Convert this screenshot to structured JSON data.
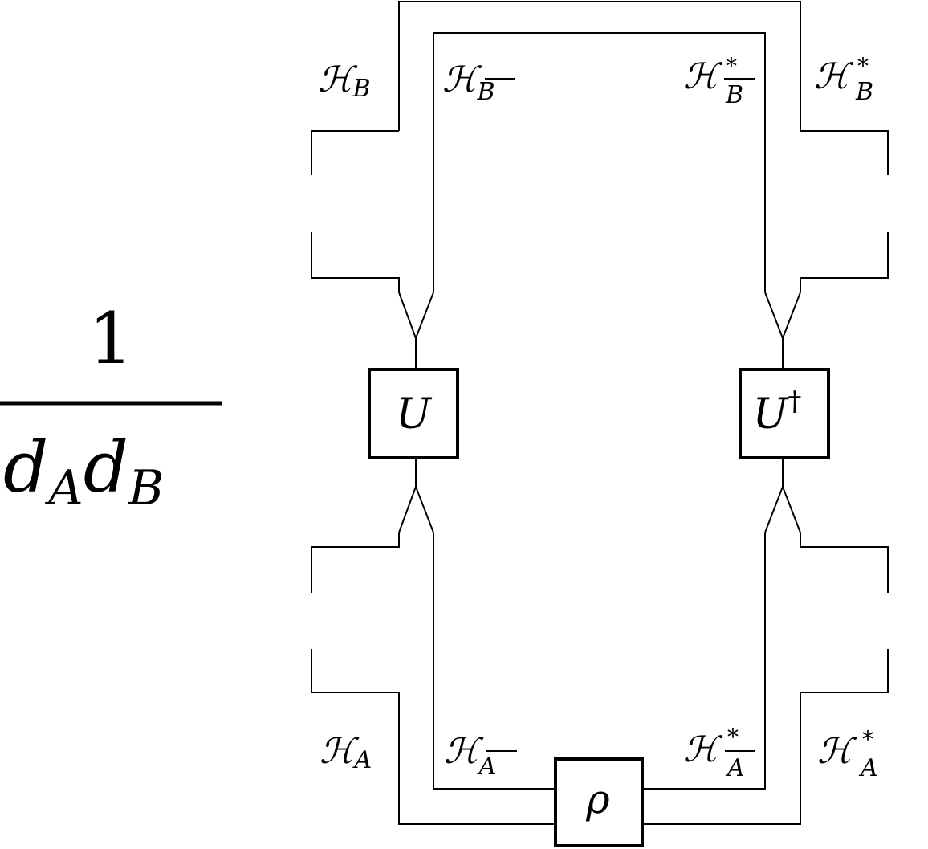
{
  "prefactor": {
    "numerator": "1",
    "denominator_d1": "d",
    "denominator_s1": "A",
    "denominator_d2": "d",
    "denominator_s2": "B"
  },
  "gates": {
    "u": "U",
    "u_dagger_base": "U",
    "u_dagger_sup": "†",
    "rho": "ρ"
  },
  "labels": {
    "hb": {
      "main": "ℋ",
      "sub": "B",
      "sup": ""
    },
    "hb_bar": {
      "main": "ℋ",
      "sub": "B",
      "sup": ""
    },
    "hb_bar_star": {
      "main": "ℋ",
      "sub": "B",
      "sup": "*"
    },
    "hb_star": {
      "main": "ℋ",
      "sub": "B",
      "sup": "*"
    },
    "ha": {
      "main": "ℋ",
      "sub": "A",
      "sup": ""
    },
    "ha_bar": {
      "main": "ℋ",
      "sub": "A",
      "sup": ""
    },
    "ha_bar_star": {
      "main": "ℋ",
      "sub": "A",
      "sup": "*"
    },
    "ha_star": {
      "main": "ℋ",
      "sub": "A",
      "sup": "*"
    }
  }
}
